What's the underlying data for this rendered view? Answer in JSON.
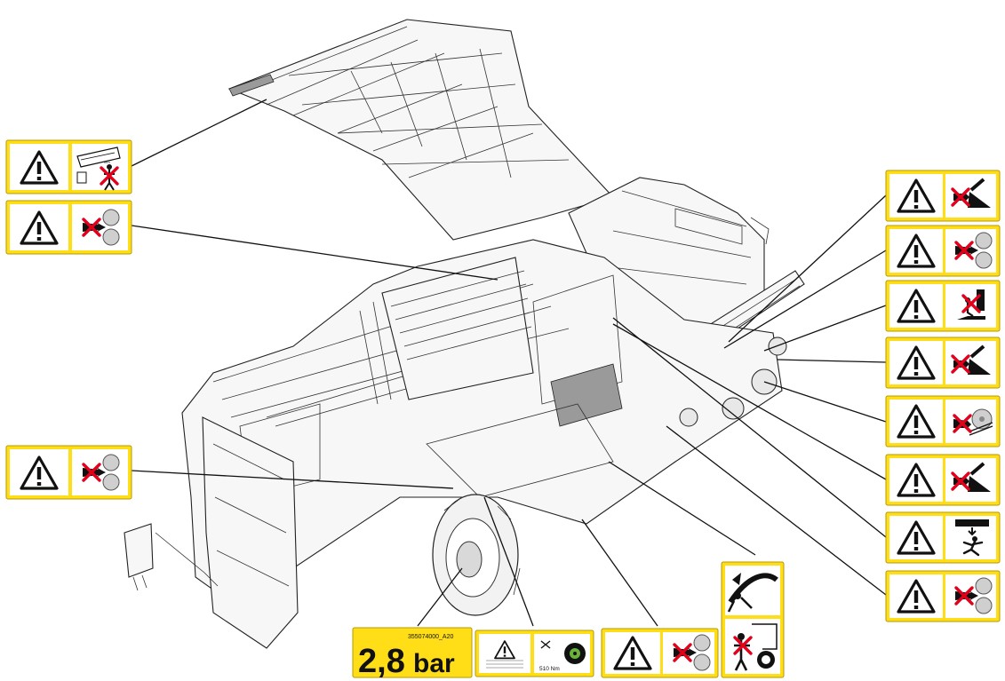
{
  "pressure_label": {
    "part_number": "355074000_A20",
    "value": "2,8",
    "unit": "bar"
  },
  "torque_label": {
    "torque": "510 Nm"
  },
  "colors": {
    "decal_yellow": "#ffde17",
    "prohibit_red": "#e3001b",
    "line_black": "#111111"
  },
  "icons": {
    "warning": "warning-triangle-icon",
    "crush_hands": "crush-hazard-rollers-icon",
    "conveyor_drawin": "conveyor-draw-in-icon",
    "pinch_angle": "pinch-point-angle-icon",
    "no_standing": "no-standing-under-load-icon",
    "falling_load": "falling-load-icon",
    "entanglement_disc": "entanglement-disc-icon",
    "wheel_nut": "wheel-nut-torque-icon"
  }
}
